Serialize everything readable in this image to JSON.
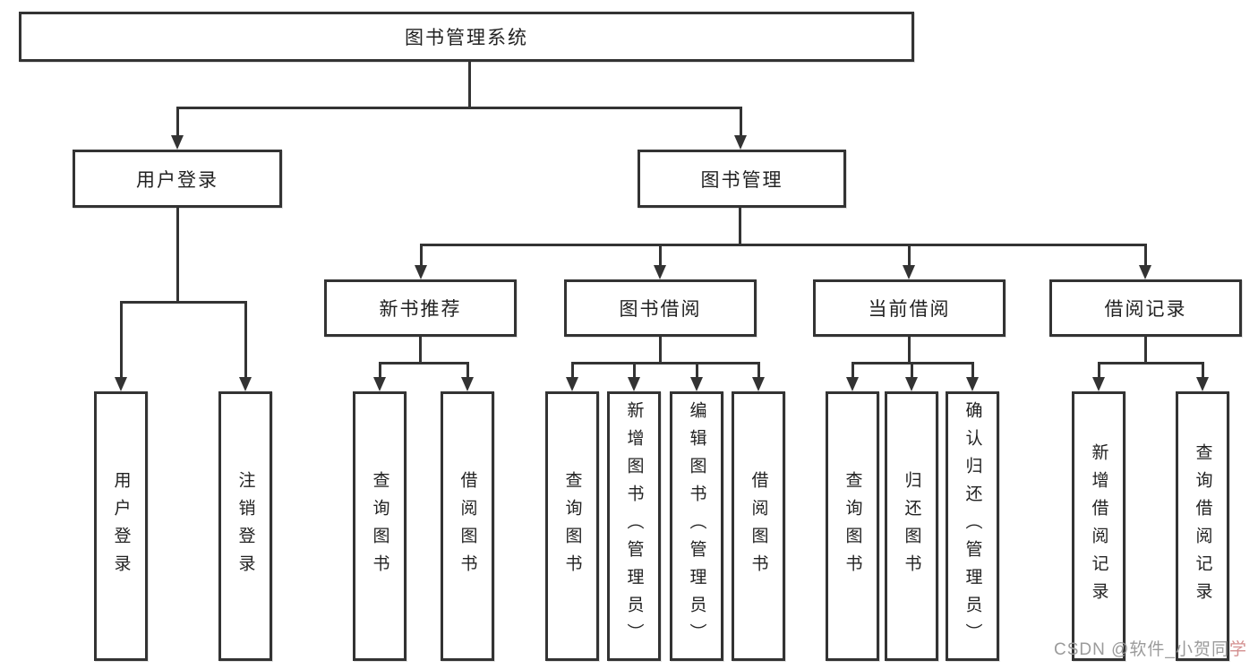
{
  "title": "图书管理系统",
  "colors": {
    "line": "#333333",
    "text": "#222222",
    "box_background": "#ffffff",
    "page_background": "#ffffff",
    "watermark": "#9b9b9b",
    "watermark_accent": "#d38f8f"
  },
  "tree": {
    "root": {
      "label": "图书管理系统"
    },
    "branches": [
      {
        "label": "用户登录",
        "children": [
          {
            "label": "用户登录"
          },
          {
            "label": "注销登录"
          }
        ]
      },
      {
        "label": "图书管理",
        "children": [
          {
            "label": "新书推荐",
            "children": [
              {
                "label": "查询图书"
              },
              {
                "label": "借阅图书"
              }
            ]
          },
          {
            "label": "图书借阅",
            "children": [
              {
                "label": "查询图书"
              },
              {
                "label": "新增图书（管理员）"
              },
              {
                "label": "编辑图书（管理员）"
              },
              {
                "label": "借阅图书"
              }
            ]
          },
          {
            "label": "当前借阅",
            "children": [
              {
                "label": "查询图书"
              },
              {
                "label": "归还图书"
              },
              {
                "label": "确认归还（管理员）"
              }
            ]
          },
          {
            "label": "借阅记录",
            "children": [
              {
                "label": "新增借阅记录"
              },
              {
                "label": "查询借阅记录"
              }
            ]
          }
        ]
      }
    ]
  },
  "watermark": {
    "text": "CSDN @软件_小贺同",
    "tail": "学"
  }
}
